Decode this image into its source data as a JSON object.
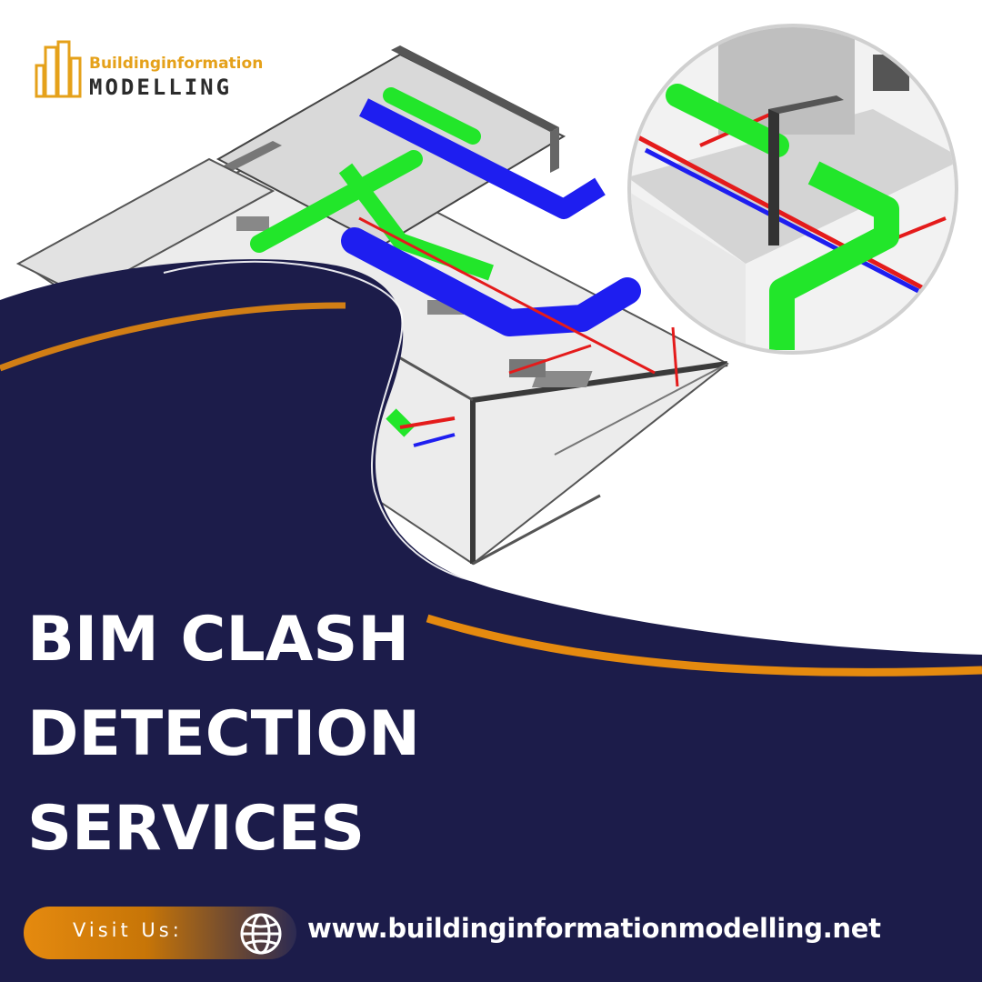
{
  "brand": {
    "logo_line1": "Buildinginformation",
    "logo_line2": "MODELLING"
  },
  "headline": {
    "line1": "BIM CLASH",
    "line2": "DETECTION",
    "line3": "SERVICES"
  },
  "footer": {
    "visit_label": "Visit Us:",
    "website": "www.buildinginformationmodelling.net",
    "icon": "globe-icon"
  },
  "colors": {
    "navy": "#1c1c4a",
    "accent_orange": "#e58a0f",
    "logo_gold": "#e5a11a",
    "duct_green": "#22e62a",
    "duct_blue": "#1e1ef0",
    "pipe_red": "#e41b1b"
  }
}
